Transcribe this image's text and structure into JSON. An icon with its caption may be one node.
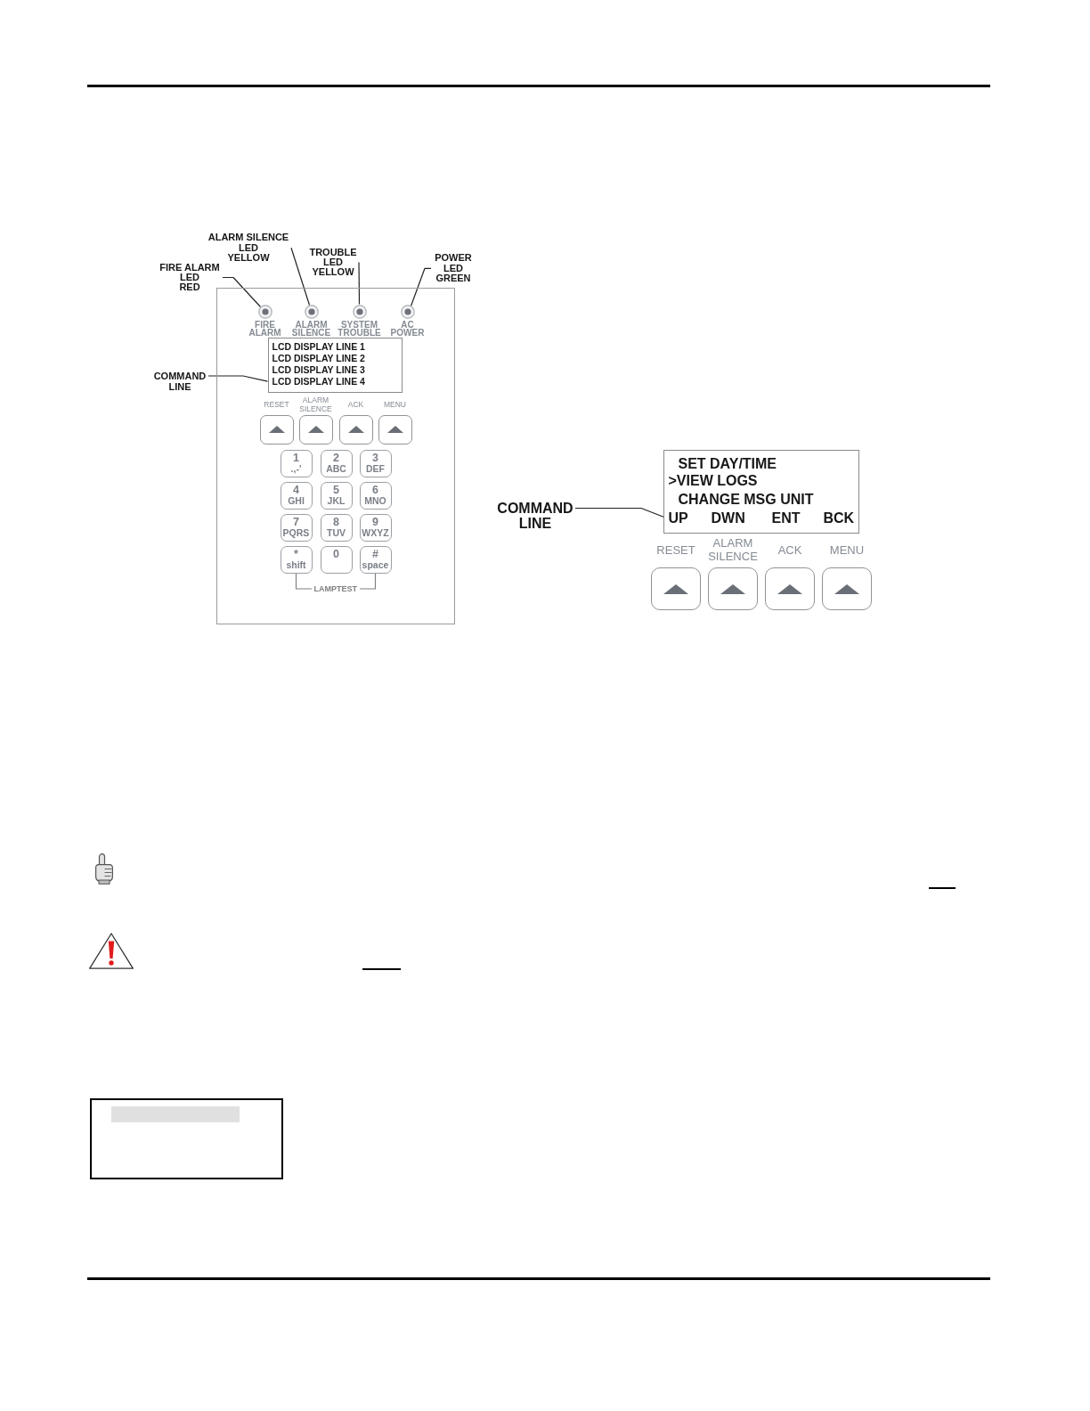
{
  "diagram": {
    "nodes": [
      {
        "text": [
          "FIRE ALARM",
          "LED",
          "RED"
        ]
      },
      {
        "text": [
          "ALARM SILENCE",
          "LED",
          "YELLOW"
        ]
      },
      {
        "text": [
          "TROUBLE",
          "LED",
          "YELLOW"
        ]
      },
      {
        "text": [
          "POWER",
          "LED",
          "GREEN"
        ]
      },
      {
        "text": [],
        "shape": "box"
      },
      {
        "text": [
          "FIRE ALARM"
        ],
        "in": 4
      },
      {
        "text": [
          "ALARM SILENCE"
        ],
        "in": 4
      },
      {
        "text": [
          "SYSTEM TROUBLE"
        ],
        "in": 4
      },
      {
        "text": [
          "AC POWER"
        ],
        "in": 4
      },
      {
        "text": [
          "LCD DISPLAY LINE 1",
          "LCD DISPLAY LINE 2",
          "LCD DISPLAY LINE 3",
          "LCD DISPLAY LINE 4"
        ],
        "in": 4
      },
      {
        "text": [
          "COMMAND LINE"
        ]
      },
      {
        "text": [
          "RESET"
        ],
        "in": 4
      },
      {
        "text": [
          "ALARM SILENCE"
        ],
        "in": 4
      },
      {
        "text": [
          "ACK"
        ],
        "in": 4
      },
      {
        "text": [
          "MENU"
        ],
        "in": 4
      },
      {
        "text": [
          "1",
          ".,-'"
        ],
        "in": 4
      },
      {
        "text": [
          "2",
          "ABC"
        ],
        "in": 4
      },
      {
        "text": [
          "3",
          "DEF"
        ],
        "in": 4
      },
      {
        "text": [
          "4",
          "GHI"
        ],
        "in": 4
      },
      {
        "text": [
          "5",
          "JKL"
        ],
        "in": 4
      },
      {
        "text": [
          "6",
          "MNO"
        ],
        "in": 4
      },
      {
        "text": [
          "7",
          "PQRS"
        ],
        "in": 4
      },
      {
        "text": [
          "8",
          "TUV"
        ],
        "in": 4
      },
      {
        "text": [
          "9",
          "WXYZ"
        ],
        "in": 4
      },
      {
        "text": [
          "*",
          "shift"
        ],
        "in": 4
      },
      {
        "text": [
          "0"
        ],
        "in": 4
      },
      {
        "text": [
          "#",
          "space"
        ],
        "in": 4
      },
      {
        "text": [
          "SET DAY/TIME",
          ">VIEW LOGS",
          "CHANGE MSG UNIT",
          "UP",
          "DWN",
          "ENT",
          "BCK"
        ]
      },
      {
        "text": [
          "COMMAND LINE"
        ]
      },
      {
        "text": [
          "RESET"
        ]
      },
      {
        "text": [
          "ALARM SILENCE"
        ]
      },
      {
        "text": [
          "ACK"
        ]
      },
      {
        "text": [
          "MENU"
        ]
      }
    ],
    "edges": [
      {
        "from": 0,
        "to": 5,
        "arrow": "none"
      },
      {
        "from": 1,
        "to": 6,
        "arrow": "none"
      },
      {
        "from": 2,
        "to": 7,
        "arrow": "none"
      },
      {
        "from": 3,
        "to": 8,
        "arrow": "none"
      },
      {
        "from": 10,
        "to": 9,
        "arrow": "none"
      },
      {
        "from": 24,
        "to": 26,
        "arrow": "none",
        "label": "LAMPTEST",
        "color": "#808080"
      },
      {
        "from": 28,
        "to": 27,
        "arrow": "none"
      }
    ]
  }
}
